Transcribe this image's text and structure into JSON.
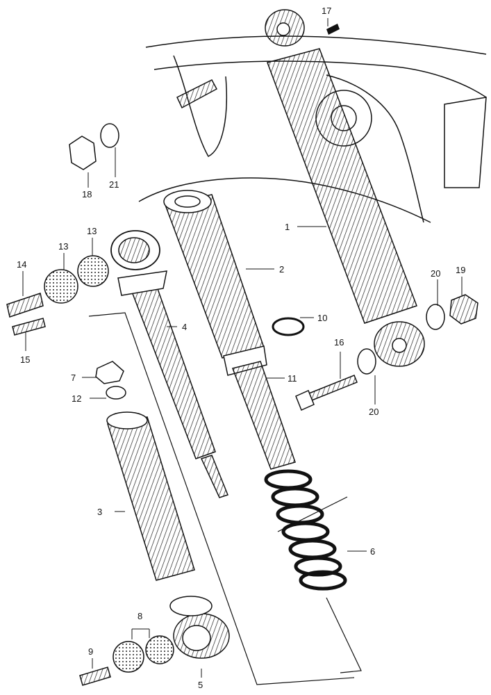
{
  "diagram": {
    "labels": {
      "p1": "1",
      "p2": "2",
      "p3": "3",
      "p4": "4",
      "p5": "5",
      "p6": "6",
      "p7": "7",
      "p8": "8",
      "p9": "9",
      "p10": "10",
      "p11": "11",
      "p12": "12",
      "p13a": "13",
      "p13b": "13",
      "p14": "14",
      "p15": "15",
      "p16": "16",
      "p17": "17",
      "p18": "18",
      "p19": "19",
      "p20a": "20",
      "p20b": "20",
      "p21": "21"
    }
  }
}
